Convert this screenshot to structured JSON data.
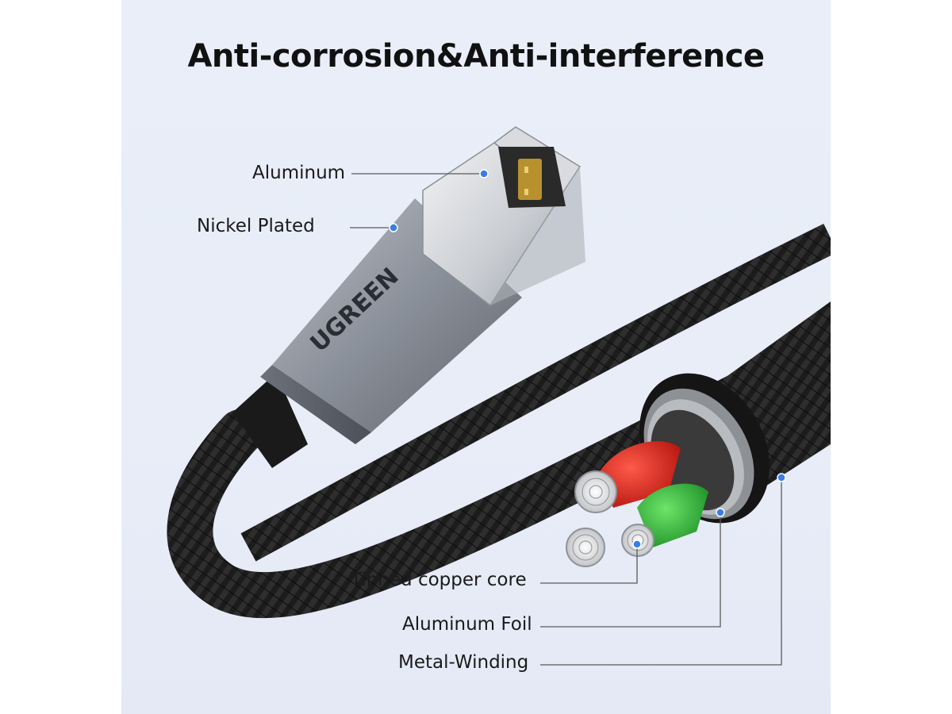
{
  "title": "Anti-corrosion&Anti-interference",
  "brand_logo_text": "UGREEN",
  "labels": {
    "aluminum": "Aluminum",
    "nickel_plated": "Nickel Plated",
    "tinned_copper_core": "Tinned copper core",
    "aluminum_foil": "Aluminum Foil",
    "metal_winding": "Metal-Winding"
  },
  "colors": {
    "background": "#e8edf8",
    "marker_dot": "#3b7de8",
    "cable_braid": "#1e1e1e",
    "connector_metal": "#9aa1ab",
    "wire_red": "#e0231b",
    "wire_green": "#2fb53a"
  }
}
